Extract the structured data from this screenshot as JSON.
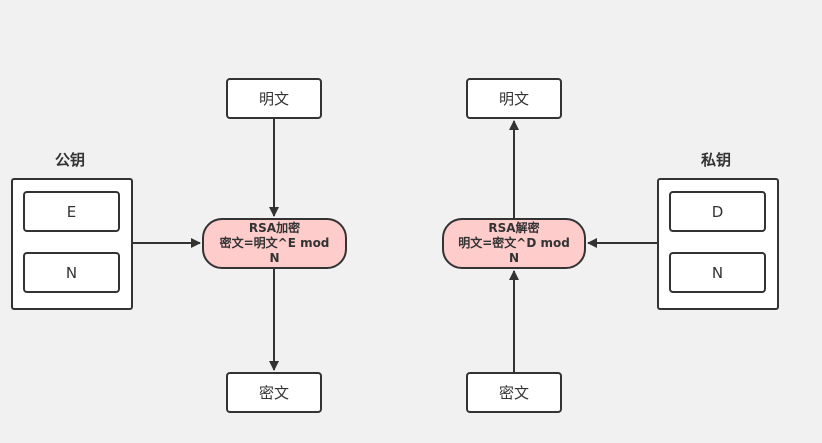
{
  "colors": {
    "background": "#f1f1f1",
    "box_fill": "#ffffff",
    "process_fill": "#ffcccc",
    "stroke": "#333333"
  },
  "encrypt": {
    "input_label": "明文",
    "process_line1": "RSA加密",
    "process_line2": "密文=明文^E mod",
    "process_line3": "N",
    "output_label": "密文",
    "key_group": {
      "title": "公钥",
      "items": [
        "E",
        "N"
      ]
    }
  },
  "decrypt": {
    "input_label": "密文",
    "process_line1": "RSA解密",
    "process_line2": "明文=密文^D mod",
    "process_line3": "N",
    "output_label": "明文",
    "key_group": {
      "title": "私钥",
      "items": [
        "D",
        "N"
      ]
    }
  }
}
